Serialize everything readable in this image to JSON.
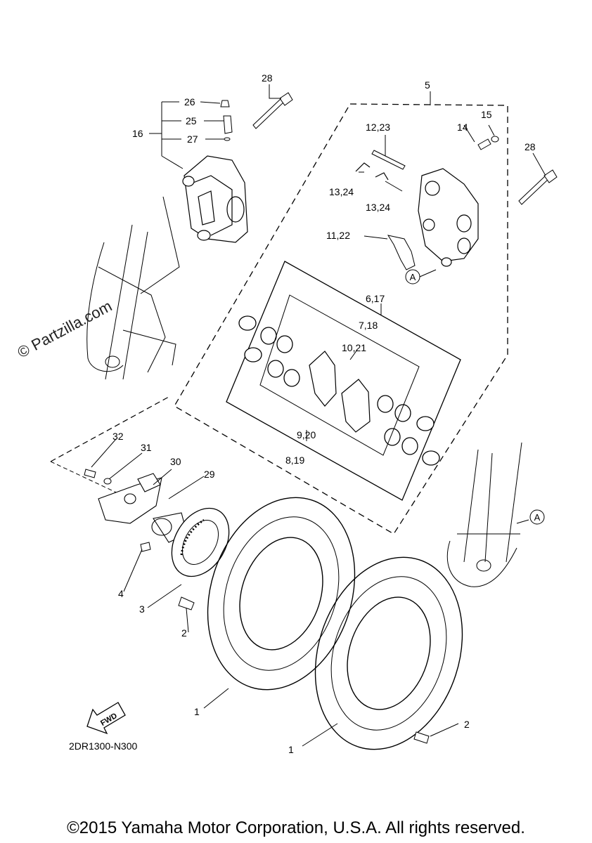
{
  "watermark": "© Partzilla.com",
  "part_code": "2DR1300-N300",
  "copyright": "©2015 Yamaha Motor Corporation, U.S.A. All rights reserved.",
  "fwd_label": "FWD",
  "reference_marker": "A",
  "callouts": {
    "c1a": "1",
    "c1b": "1",
    "c2a": "2",
    "c2b": "2",
    "c3": "3",
    "c4": "4",
    "c5": "5",
    "c6_17": "6,17",
    "c7_18": "7,18",
    "c8_19": "8,19",
    "c9_20": "9,20",
    "c10_21": "10,21",
    "c11_22": "11,22",
    "c12_23": "12,23",
    "c13_24a": "13,24",
    "c13_24b": "13,24",
    "c14": "14",
    "c15": "15",
    "c16": "16",
    "c25": "25",
    "c26": "26",
    "c27": "27",
    "c28a": "28",
    "c28b": "28",
    "c29": "29",
    "c30": "30",
    "c31": "31",
    "c32": "32"
  }
}
